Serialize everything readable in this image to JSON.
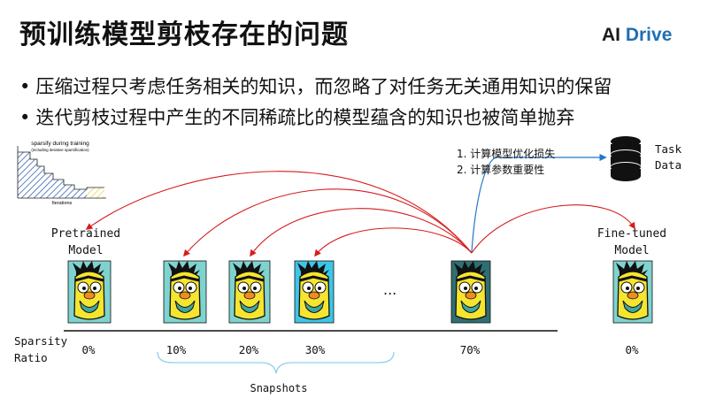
{
  "title": "预训练模型剪枝存在的问题",
  "logo": {
    "part1": "AI ",
    "part2": "Drive"
  },
  "bullets": [
    "压缩过程只考虑任务相关的知识，而忽略了对任务无关通用知识的保留",
    "迭代剪枝过程中产生的不同稀疏比的模型蕴含的知识也被简单抛弃"
  ],
  "inset": {
    "title": "sparsify during training",
    "subtitle": "(including iterative sparsification)",
    "xlabel": "Iterations"
  },
  "steps": [
    "1. 计算模型优化损失",
    "2. 计算参数重要性"
  ],
  "task_data": {
    "line1": "Task",
    "line2": "Data"
  },
  "pretrained_label": {
    "line1": "Pretrained",
    "line2": "Model"
  },
  "finetuned_label": {
    "line1": "Fine-tuned",
    "line2": "Model"
  },
  "sparsity_label": {
    "line1": "Sparsity",
    "line2": "Ratio"
  },
  "ratios": [
    "0%",
    "10%",
    "20%",
    "30%",
    "70%",
    "0%"
  ],
  "ellipsis": "...",
  "snapshots_label": "Snapshots",
  "colors": {
    "arrow_red": "#d61b1b",
    "arrow_blue": "#2277c9",
    "logo_accent": "#1f6fb4",
    "face_yellow": "#f6e530",
    "card_bg": "#7fd3cf",
    "card_bg_dark": "#3dc5e6",
    "hair": "#111111",
    "hatch_blue": "#3a66b0",
    "hatch_yellow": "#e9d04a"
  }
}
